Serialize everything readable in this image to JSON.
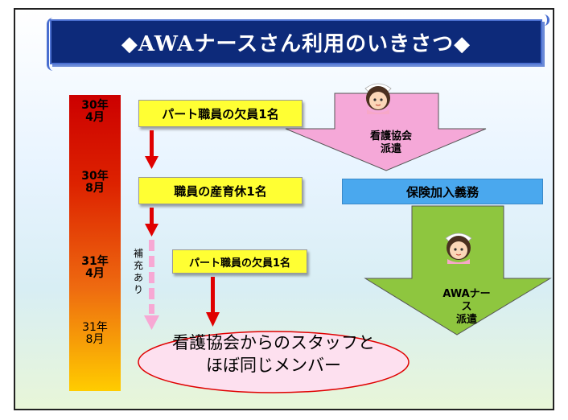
{
  "title": "◆AWAナースさん利用のいきさつ◆",
  "timeline": {
    "dates": [
      {
        "year": "30年",
        "month": "4月"
      },
      {
        "year": "30年",
        "month": "8月"
      },
      {
        "year": "31年",
        "month": "4月"
      },
      {
        "year": "31年",
        "month": "8月"
      }
    ]
  },
  "events": {
    "part_vacancy_1": "パート職員の欠員1名",
    "maternity_leave": "職員の産育休1名",
    "part_vacancy_2": "パート職員の欠員1名"
  },
  "supplement_label": [
    "補",
    "充",
    "あ",
    "り"
  ],
  "pink_arrow_label": [
    "看護協会",
    "派遣"
  ],
  "insurance_label": "保険加入義務",
  "green_arrow_label": [
    "AWAナース",
    "派遣"
  ],
  "result_text": [
    "看護協会からのスタッフと",
    "ほぼ同じメンバー"
  ],
  "colors": {
    "title_bg": "#0d2a7a",
    "event_box": "#ffff33",
    "arrow_red": "#e00000",
    "pink_arrow": "#f5a8d8",
    "green_arrow": "#8ec63f",
    "insurance_bar": "#4aa8ee",
    "result_ellipse": "#fde0ef"
  },
  "icons": [
    "nurse-icon-top",
    "nurse-icon-bottom"
  ]
}
